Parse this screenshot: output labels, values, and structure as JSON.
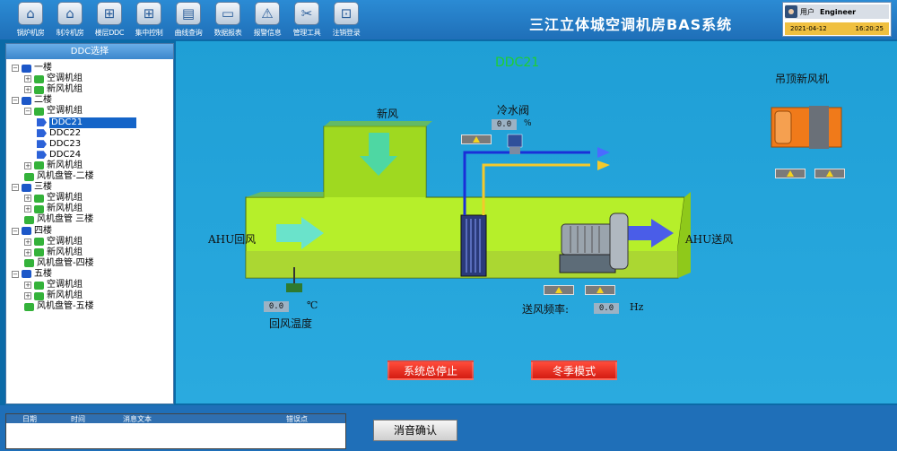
{
  "app_title": "三江立体城空调机房BAS系统",
  "nav": [
    {
      "label": "锅炉机房",
      "icon": "home-icon"
    },
    {
      "label": "制冷机房",
      "icon": "home-icon"
    },
    {
      "label": "楼层DDC",
      "icon": "network-icon"
    },
    {
      "label": "集中控制",
      "icon": "network-icon"
    },
    {
      "label": "曲线查询",
      "icon": "chart-icon"
    },
    {
      "label": "数据报表",
      "icon": "folder-icon"
    },
    {
      "label": "报警信息",
      "icon": "warning-icon"
    },
    {
      "label": "管理工具",
      "icon": "tools-icon"
    },
    {
      "label": "注销登录",
      "icon": "lock-icon"
    }
  ],
  "user": {
    "label": "用户",
    "name": "Engineer",
    "date": "2021-04-12",
    "time": "16:20:25"
  },
  "sidebar": {
    "title": "DDC选择",
    "tree": [
      {
        "text": "一楼",
        "kind": "floor",
        "level": 0,
        "exp": "−"
      },
      {
        "text": "空调机组",
        "kind": "unit",
        "level": 1,
        "exp": "+"
      },
      {
        "text": "新风机组",
        "kind": "unit",
        "level": 1,
        "exp": "+"
      },
      {
        "text": "二楼",
        "kind": "floor",
        "level": 0,
        "exp": "−"
      },
      {
        "text": "空调机组",
        "kind": "unit",
        "level": 1,
        "exp": "−"
      },
      {
        "text": "DDC21",
        "kind": "ddc",
        "level": 2,
        "exp": "",
        "selected": true
      },
      {
        "text": "DDC22",
        "kind": "ddc",
        "level": 2,
        "exp": ""
      },
      {
        "text": "DDC23",
        "kind": "ddc",
        "level": 2,
        "exp": ""
      },
      {
        "text": "DDC24",
        "kind": "ddc",
        "level": 2,
        "exp": ""
      },
      {
        "text": "新风机组",
        "kind": "unit",
        "level": 1,
        "exp": "+"
      },
      {
        "text": "风机盘管-二楼",
        "kind": "unit",
        "level": 1,
        "exp": ""
      },
      {
        "text": "三楼",
        "kind": "floor",
        "level": 0,
        "exp": "−"
      },
      {
        "text": "空调机组",
        "kind": "unit",
        "level": 1,
        "exp": "+"
      },
      {
        "text": "新风机组",
        "kind": "unit",
        "level": 1,
        "exp": "+"
      },
      {
        "text": "风机盘管 三楼",
        "kind": "unit",
        "level": 1,
        "exp": ""
      },
      {
        "text": "四楼",
        "kind": "floor",
        "level": 0,
        "exp": "−"
      },
      {
        "text": "空调机组",
        "kind": "unit",
        "level": 1,
        "exp": "+"
      },
      {
        "text": "新风机组",
        "kind": "unit",
        "level": 1,
        "exp": "+"
      },
      {
        "text": "风机盘管-四楼",
        "kind": "unit",
        "level": 1,
        "exp": ""
      },
      {
        "text": "五楼",
        "kind": "floor",
        "level": 0,
        "exp": "−"
      },
      {
        "text": "空调机组",
        "kind": "unit",
        "level": 1,
        "exp": "+"
      },
      {
        "text": "新风机组",
        "kind": "unit",
        "level": 1,
        "exp": "+"
      },
      {
        "text": "风机盘管-五楼",
        "kind": "unit",
        "level": 1,
        "exp": ""
      }
    ]
  },
  "diagram": {
    "ddc_name": "DDC21",
    "fresh_air_label": "新风",
    "valve_label": "冷水阀",
    "valve_value": "0.0",
    "valve_unit": "%",
    "return_label": "AHU回风",
    "supply_label": "AHU送风",
    "return_temp_value": "0.0",
    "return_temp_unit": "℃",
    "return_temp_label": "回风温度",
    "freq_label": "送风频率:",
    "freq_value": "0.0",
    "freq_unit": "Hz",
    "ceiling_fan_label": "吊顶新风机",
    "stop_button": "系统总停止",
    "mode_button": "冬季模式"
  },
  "alarm": {
    "columns": [
      "日期",
      "时间",
      "消息文本",
      "错误点"
    ],
    "mute_button": "消音确认"
  },
  "colors": {
    "duct": "#b6ef2a",
    "canvas": "#25a5db",
    "topbar": "#2b8bd4",
    "alarm_red": "#e8261a"
  }
}
